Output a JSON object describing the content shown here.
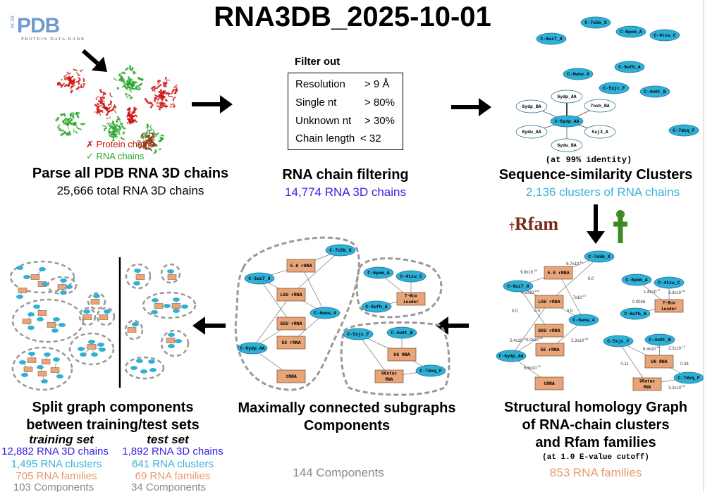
{
  "title": "RNA3DB_2025-10-01",
  "logos": {
    "pdb_word": "PDB",
    "pdb_rcsb": "RCSB",
    "pdb_sub": "PROTEIN DATA BANK",
    "rfam": "Rfam"
  },
  "colors": {
    "chains": "#3a22e0",
    "clusters": "#3bb2d9",
    "families": "#e59a6e",
    "components": "#8a8a8a",
    "cluster_node": "#2fb0d8",
    "family_node": "#e8a57a",
    "protein": "#cc1010",
    "rna": "#2aa52a"
  },
  "parse": {
    "legend_protein": "✗ Protein chains",
    "legend_rna": "✓ RNA chains",
    "heading": "Parse all PDB RNA 3D chains",
    "count": "25,666 total RNA 3D chains"
  },
  "filter": {
    "title": "Filter out",
    "rows": [
      {
        "label": "Resolution",
        "value": "> 9 Å"
      },
      {
        "label": "Single nt",
        "value": "> 80%"
      },
      {
        "label": "Unknown nt",
        "value": "> 30%"
      },
      {
        "label": "Chain length",
        "value": "< 32"
      }
    ],
    "heading": "RNA chain filtering",
    "count": "14,774 RNA 3D chains"
  },
  "clusters": {
    "singletons": [
      "C-7o5b_X",
      "C-6uz7_8",
      "C-6pom_A",
      "C-4tzw_C",
      "C-6ufh_A",
      "C-6wnw_4",
      "C-5xjc_F",
      "C-4n0t_B",
      "C-7dvq_F"
    ],
    "center": "C-6ydp_AA",
    "members": [
      "6ydp_AA",
      "6ydp_BA",
      "7nsh_BA",
      "6ydw_AA",
      "5aj3_A",
      "6ydw_BA"
    ],
    "note": "(at 99% identity)",
    "heading": "Sequence-similarity Clusters",
    "count": "2,136 clusters of RNA chains"
  },
  "structural": {
    "nodes": [
      {
        "label": "C-7o5b_X",
        "type": "cluster"
      },
      {
        "label": "5.8 rRNA",
        "type": "family"
      },
      {
        "label": "C-6uz7_8",
        "type": "cluster"
      },
      {
        "label": "LSU rRNA",
        "type": "family"
      },
      {
        "label": "C-6wnw_4",
        "type": "cluster"
      },
      {
        "label": "SSU rRNA",
        "type": "family"
      },
      {
        "label": "5S rRNA",
        "type": "family"
      },
      {
        "label": "C-6ydp_AA",
        "type": "cluster"
      },
      {
        "label": "tRNA",
        "type": "family"
      },
      {
        "label": "C-6pom_A",
        "type": "cluster"
      },
      {
        "label": "C-4tzw_C",
        "type": "cluster"
      },
      {
        "label": "T-Box Leader",
        "type": "family"
      },
      {
        "label": "C-6ufh_A",
        "type": "cluster"
      },
      {
        "label": "C-5xjc_F",
        "type": "cluster"
      },
      {
        "label": "C-4n0t_B",
        "type": "cluster"
      },
      {
        "label": "U6 RNA",
        "type": "family"
      },
      {
        "label": "C-7dvq_F",
        "type": "cluster"
      },
      {
        "label": "U6atac RNA",
        "type": "family"
      }
    ],
    "edges": [
      {
        "from": "5.8 rRNA",
        "to": "C-7o5b_X",
        "label": "6.7x10",
        "exp": "-11"
      },
      {
        "from": "5.8 rRNA",
        "to": "C-6uz7_8",
        "label": "9.9x10",
        "exp": "-08"
      },
      {
        "from": "LSU rRNA",
        "to": "C-7o5b_X",
        "label": "0.0",
        "exp": ""
      },
      {
        "from": "LSU rRNA",
        "to": "C-6uz7_8",
        "label": "4.6x10",
        "exp": "-141"
      },
      {
        "from": "5.8 rRNA",
        "to": "C-6wnw_4",
        "label": "7x10",
        "exp": "-07"
      },
      {
        "from": "SSU rRNA",
        "to": "C-6uz7_8",
        "label": "0.0",
        "exp": ""
      },
      {
        "from": "LSU rRNA",
        "to": "C-6ydp_AA",
        "label": "0.0",
        "exp": ""
      },
      {
        "from": "LSU rRNA",
        "to": "C-6wnw_4",
        "label": "0.0",
        "exp": ""
      },
      {
        "from": "SSU rRNA",
        "to": "C-6ydp_AA",
        "label": "2.4x10",
        "exp": "-101"
      },
      {
        "from": "SSU rRNA",
        "to": "C-6ydp_AA",
        "label": "1.0x10",
        "exp": "-80"
      },
      {
        "from": "5S rRNA",
        "to": "C-6wnw_4",
        "label": "2.2x10",
        "exp": "-08"
      },
      {
        "from": "tRNA",
        "to": "C-6ydp_AA",
        "label": "6.6x10",
        "exp": "-10"
      },
      {
        "from": "T-Box Leader",
        "to": "C-6pom_A",
        "label": "1.8x10",
        "exp": "-17"
      },
      {
        "from": "T-Box Leader",
        "to": "C-4tzw_C",
        "label": "8.3x10",
        "exp": "-09"
      },
      {
        "from": "T-Box Leader",
        "to": "C-6ufh_A",
        "label": "0.0046",
        "exp": ""
      },
      {
        "from": "U6 RNA",
        "to": "C-5xjc_F",
        "label": "6.4x10",
        "exp": "-09"
      },
      {
        "from": "U6 RNA",
        "to": "C-4n0t_B",
        "label": "2.2x10",
        "exp": "-13"
      },
      {
        "from": "U6atac RNA",
        "to": "C-5xjc_F",
        "label": "0.11",
        "exp": ""
      },
      {
        "from": "U6 RNA",
        "to": "C-7dvq_F",
        "label": "0.34",
        "exp": ""
      },
      {
        "from": "U6atac RNA",
        "to": "C-7dvq_F",
        "label": "3.2x10",
        "exp": "-04"
      }
    ],
    "heading_1": "Structural homology Graph",
    "heading_2": "of RNA-chain clusters",
    "heading_3": "and Rfam families",
    "note": "(at 1.0 E-value cutoff)",
    "count": "853 RNA families"
  },
  "components": {
    "heading_1": "Maximally connected subgraphs",
    "heading_2": "Components",
    "count": "144 Components"
  },
  "split": {
    "heading_1": "Split graph components",
    "heading_2": "between training/test sets",
    "training": {
      "label": "training set",
      "chains": "12,882 RNA 3D chains",
      "clusters": "1,495 RNA clusters",
      "families": "705 RNA families",
      "components": "103 Components"
    },
    "test": {
      "label": "test set",
      "chains": "1,892 RNA 3D chains",
      "clusters": "641 RNA clusters",
      "families": "69 RNA families",
      "components": "34 Components"
    }
  }
}
